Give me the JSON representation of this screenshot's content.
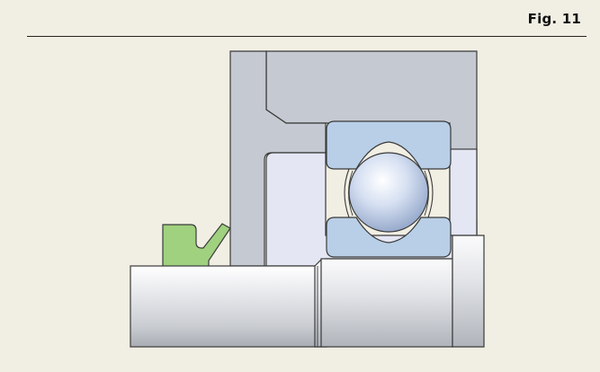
{
  "figure": {
    "label": "Fig. 11"
  },
  "colors": {
    "background": "#f1eee3",
    "housing": "#c4c9d2",
    "housing_light": "#e4e6f2",
    "bearing_ring": "#b7cfe6",
    "ball": "#c7d3ea",
    "seal": "#9ed180",
    "shaft": "#e0e2e6",
    "outline": "#3a3a3a"
  },
  "diagram": {
    "components": [
      "housing-cover",
      "housing",
      "ball-bearing",
      "lip-seal",
      "shaft"
    ]
  }
}
